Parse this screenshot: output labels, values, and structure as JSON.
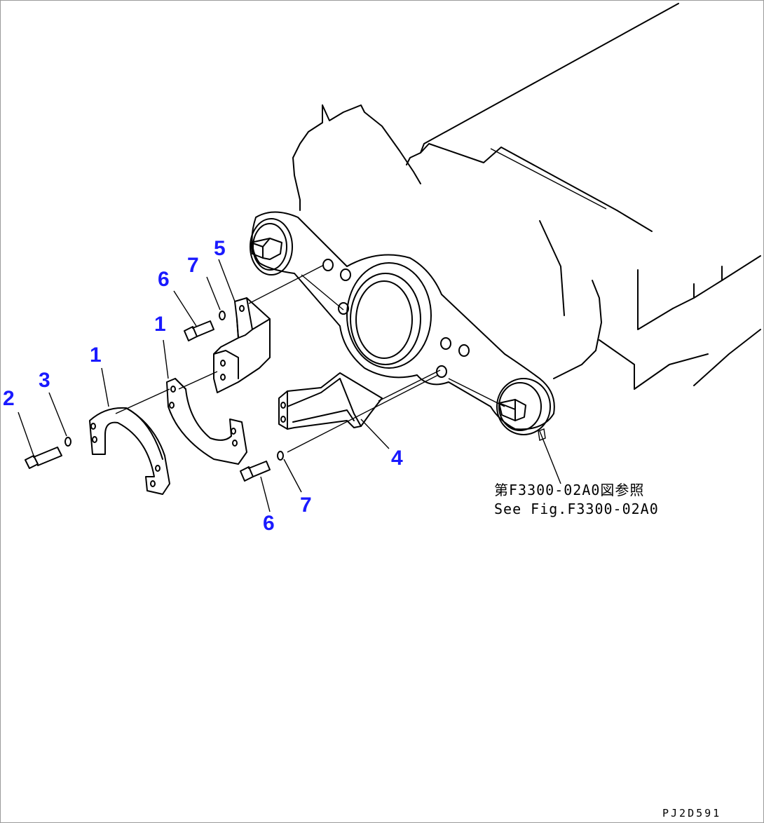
{
  "colors": {
    "line": "#000000",
    "callout": "#1a1aff",
    "frame": "#9a9a9a"
  },
  "callouts": {
    "c1a": "1",
    "c1b": "1",
    "c2": "2",
    "c3": "3",
    "c4": "4",
    "c5": "5",
    "c6a": "6",
    "c6b": "6",
    "c7a": "7",
    "c7b": "7"
  },
  "reference": {
    "line1": "第F3300-02A0図参照",
    "line2": "See Fig.F3300-02A0"
  },
  "drawing_code": "PJ2D591"
}
